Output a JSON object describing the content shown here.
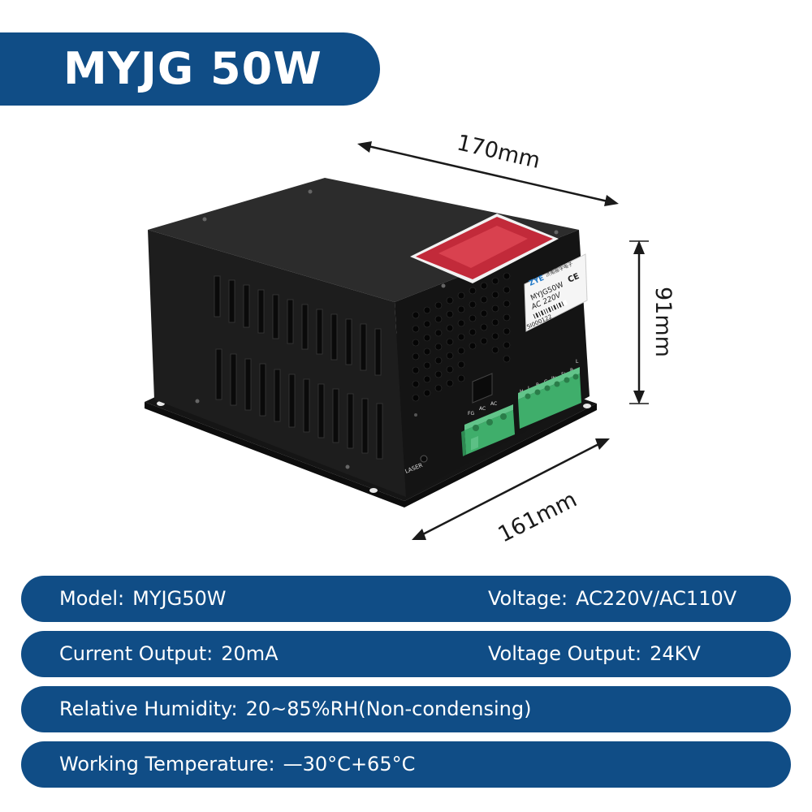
{
  "title": "MYJG 50W",
  "dimensions": {
    "length": "170mm",
    "height": "91mm",
    "depth": "161mm"
  },
  "device_label": {
    "brand": "ZYE",
    "brand_cn": "济南振宇电子",
    "model": "MYJG50W",
    "voltage": "AC 220V",
    "serial": "SI000122",
    "ce": "CE"
  },
  "terminals": {
    "left": [
      "FG",
      "AC",
      "AC"
    ],
    "right": [
      "H",
      "L",
      "P",
      "G",
      "IN",
      "5V",
      "P",
      "L"
    ],
    "laser": "LASER"
  },
  "specs": {
    "row1": {
      "l_label": "Model:",
      "l_value": "MYJG50W",
      "r_label": "Voltage:",
      "r_value": "AC220V/AC110V"
    },
    "row2": {
      "l_label": "Current Output:",
      "l_value": "20mA",
      "r_label": "Voltage Output:",
      "r_value": "24KV"
    },
    "row3": {
      "l_label": "Relative Humidity:",
      "l_value": "20~85%RH(Non-condensing)"
    },
    "row4": {
      "l_label": "Working Temperature:",
      "l_value": "—30°C+65°C"
    }
  },
  "colors": {
    "brand_blue": "#104d86",
    "device_body": "#1b1b1b",
    "terminal_green": "#3fae6b",
    "warning_red": "#c22a3a"
  }
}
